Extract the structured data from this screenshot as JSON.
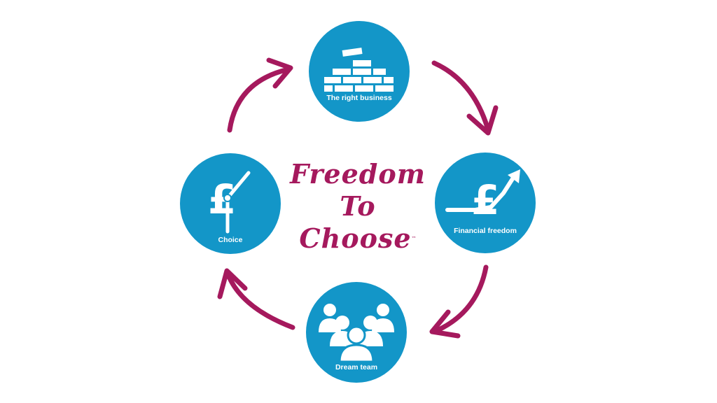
{
  "diagram": {
    "title_line1": "Freedom",
    "title_line2": "To Choose",
    "trademark": "™",
    "colors": {
      "circle_fill": "#1396c8",
      "arrow": "#a5195d",
      "title": "#a5195d",
      "icon": "#ffffff"
    },
    "flow_direction": "clockwise",
    "nodes": [
      {
        "id": "business",
        "label": "The right business",
        "icon": "brick-wall-icon"
      },
      {
        "id": "financial",
        "label": "Financial freedom",
        "icon": "pound-growth-arrow-icon"
      },
      {
        "id": "team",
        "label": "Dream team",
        "icon": "people-group-icon"
      },
      {
        "id": "choice",
        "label": "Choice",
        "icon": "pound-lever-icon"
      }
    ]
  }
}
